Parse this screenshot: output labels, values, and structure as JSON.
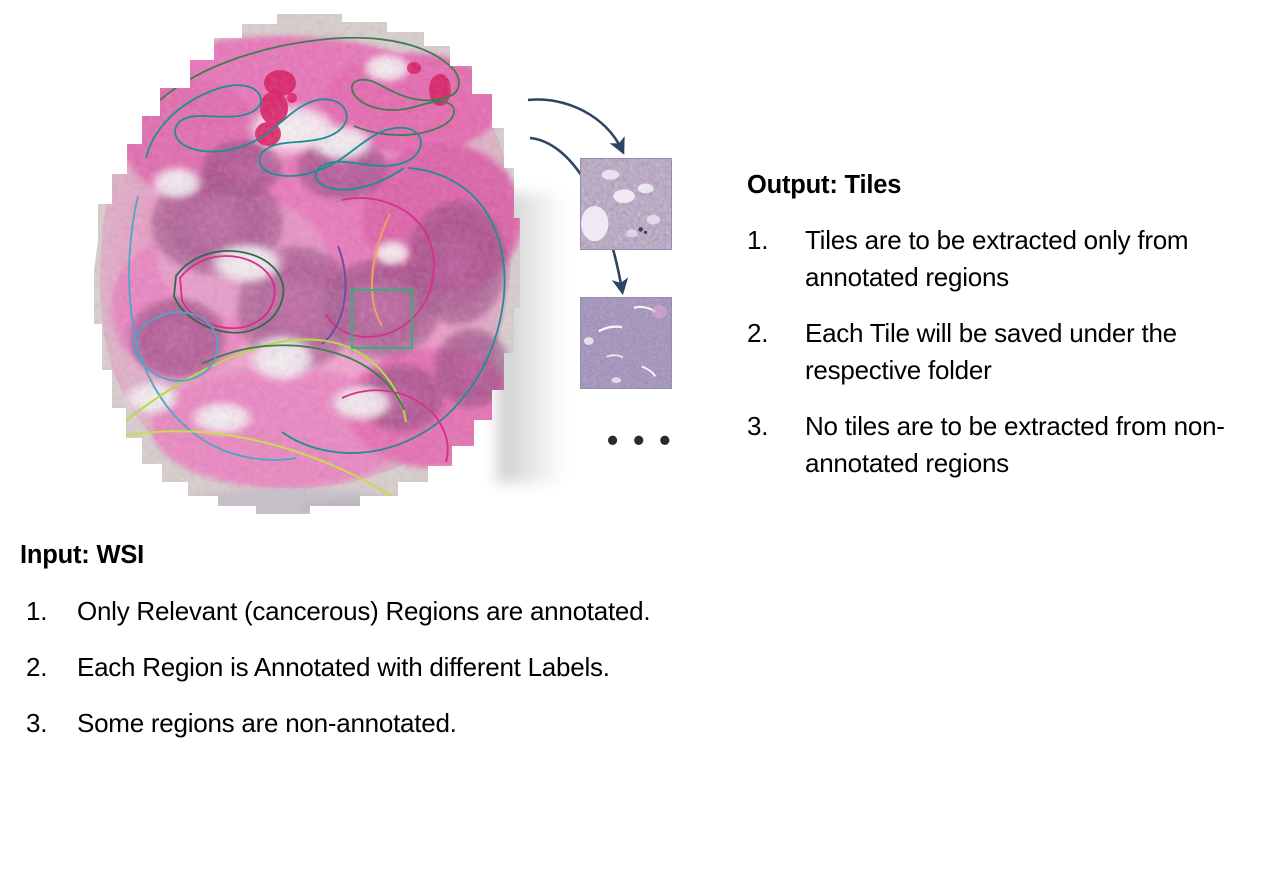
{
  "slide": {
    "background_color": "#ffffff",
    "text_color": "#000000"
  },
  "wsi": {
    "label": "whole-slide-image",
    "background_color": "#ddd2d1",
    "tissue_colors": [
      "#e262ad",
      "#f06fb8",
      "#c04f96",
      "#9b4b82",
      "#f3a8d2"
    ],
    "annotation_outline_colors": [
      "#1d8f94",
      "#3f7d50",
      "#d62f8c",
      "#b8d94a",
      "#6b4ea8",
      "#f0a060",
      "#2fb37a"
    ],
    "selection_box_color": "#2fb37a"
  },
  "arrows": {
    "color": "#2e4464",
    "count": 2,
    "names": [
      "arrow-to-tile-1",
      "arrow-to-tile-2"
    ]
  },
  "tiles": {
    "border_color": "#8f90ae",
    "ellipsis": "• • •",
    "items": [
      {
        "name": "tile-1",
        "base_color": "#a98cc0",
        "accent_color": "#8f6fad"
      },
      {
        "name": "tile-2",
        "base_color": "#9d83bb",
        "accent_color": "#8470ab"
      }
    ]
  },
  "input_block": {
    "heading": "Input: WSI",
    "items": [
      {
        "num": "1.",
        "text": "Only Relevant (cancerous) Regions are annotated."
      },
      {
        "num": "2.",
        "text": "Each Region is Annotated with different Labels."
      },
      {
        "num": "3.",
        "text": "Some regions are non-annotated."
      }
    ]
  },
  "output_block": {
    "heading": "Output: Tiles",
    "items": [
      {
        "num": "1.",
        "text": "Tiles are to be extracted only from  annotated regions"
      },
      {
        "num": "2.",
        "text": "Each Tile will be saved under the respective folder"
      },
      {
        "num": "3.",
        "text": "No tiles are to be extracted from non-annotated regions"
      }
    ]
  }
}
